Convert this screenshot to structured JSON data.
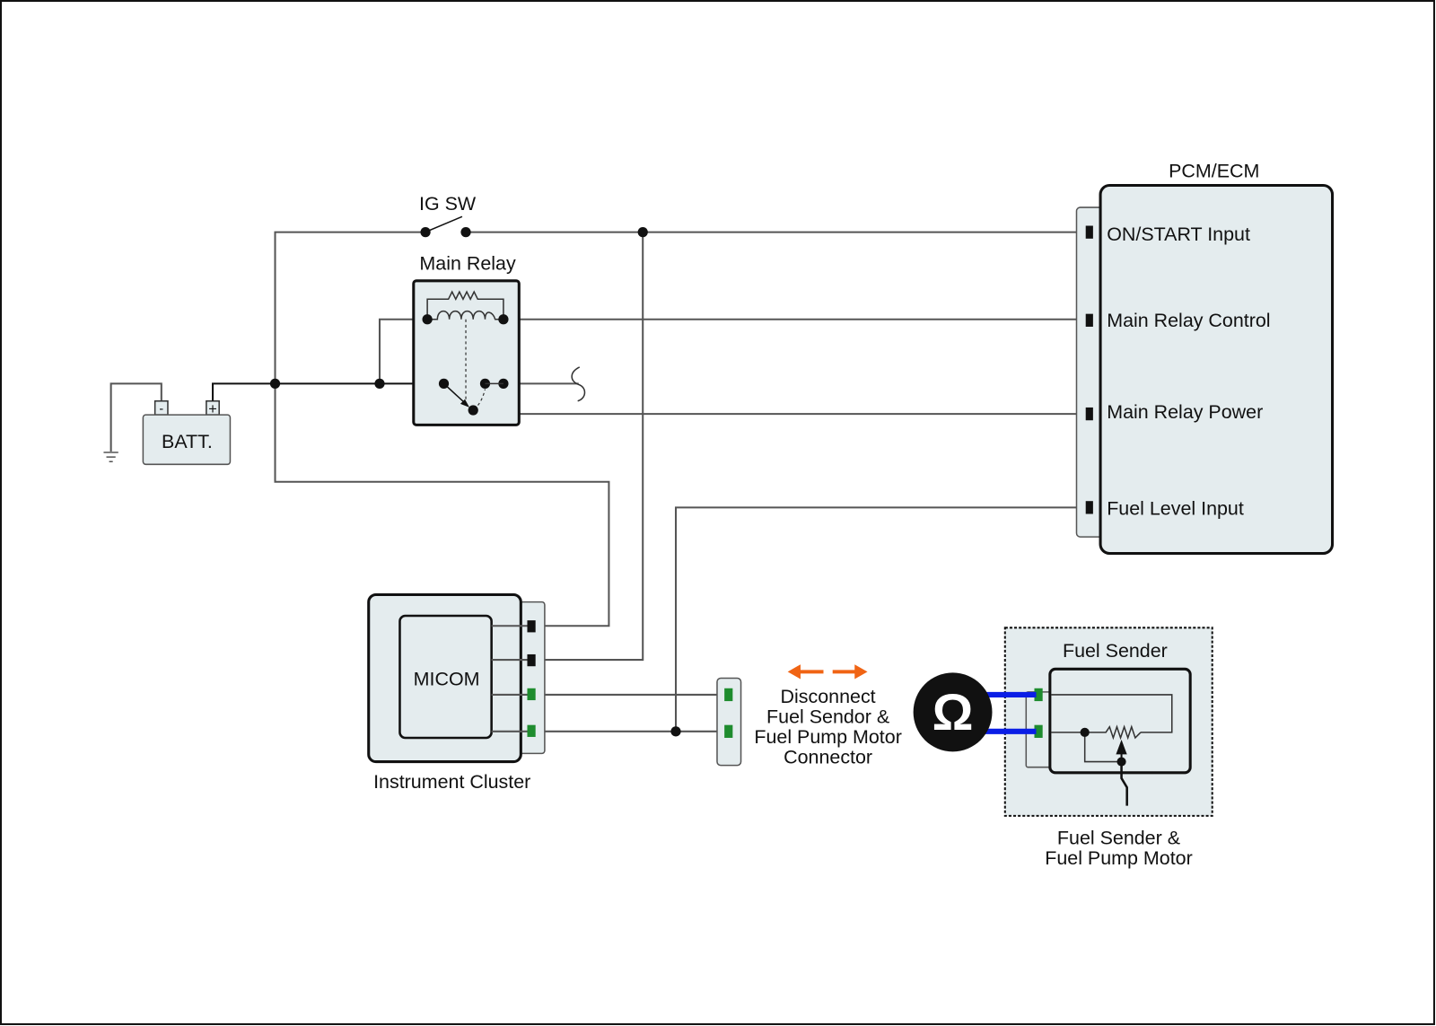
{
  "diagram": {
    "type": "wiring-schematic",
    "components": {
      "battery": {
        "label": "BATT.",
        "neg_terminal": "-",
        "pos_terminal": "+"
      },
      "ignition_switch": {
        "label": "IG SW"
      },
      "main_relay": {
        "label": "Main Relay"
      },
      "pcm": {
        "label": "PCM/ECM",
        "pins": [
          {
            "label": "ON/START Input"
          },
          {
            "label": "Main Relay Control"
          },
          {
            "label": "Main Relay Power"
          },
          {
            "label": "Fuel Level Input"
          }
        ]
      },
      "instrument_cluster": {
        "label": "Instrument Cluster",
        "inner_label": "MICOM"
      },
      "fuel_sender": {
        "inner_label": "Fuel Sender",
        "outer_label_line1": "Fuel Sender &",
        "outer_label_line2": "Fuel Pump Motor"
      },
      "connector_note": {
        "line1": "Disconnect",
        "line2": "Fuel Sendor &",
        "line3": "Fuel Pump Motor",
        "line4": "Connector"
      },
      "ohmmeter": {
        "symbol": "Ω"
      }
    },
    "colors": {
      "component_fill": "#e4ecee",
      "connector_pin_green": "#1e8c2e",
      "meter_lead_blue": "#0a1ee6",
      "disconnect_arrow_orange": "#f06414"
    }
  }
}
